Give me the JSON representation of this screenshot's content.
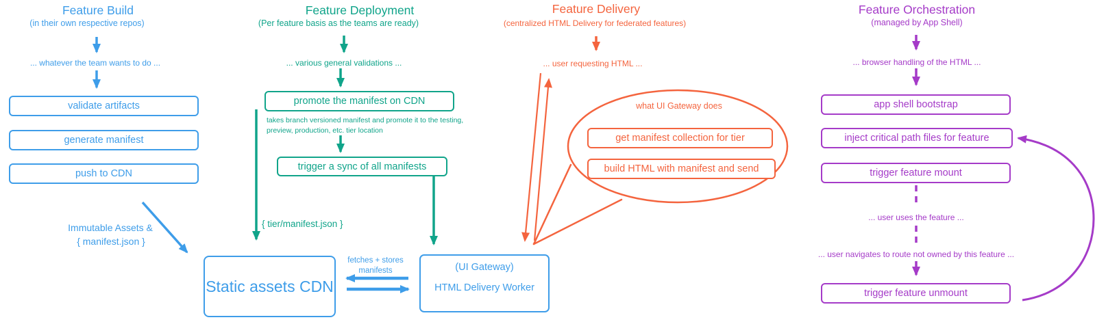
{
  "colors": {
    "blue": "#3E9DE9",
    "teal": "#10A48A",
    "orange": "#F4643E",
    "purple": "#A53BC8"
  },
  "build": {
    "title": "Feature Build",
    "subtitle": "(in their own respective repos)",
    "flow_note": "... whatever the team wants to do ...",
    "steps": [
      "validate artifacts",
      "generate manifest",
      "push to CDN"
    ],
    "edge_label_line1": "Immutable Assets &",
    "edge_label_line2": "{ manifest.json }"
  },
  "deployment": {
    "title": "Feature Deployment",
    "subtitle": "(Per feature basis as the teams are ready)",
    "flow_note": "... various general validations ...",
    "promote_step": "promote the manifest on CDN",
    "promote_note": "takes branch versioned manifest and promote it to the testing, preview, production, etc. tier location",
    "sync_step": "trigger a sync of all manifests",
    "edge_label": "{ tier/manifest.json }"
  },
  "delivery": {
    "title": "Feature Delivery",
    "subtitle": "(centralized HTML Delivery for federated features)",
    "flow_note": "... user requesting HTML ...",
    "bubble": {
      "title": "what UI Gateway does",
      "steps": [
        "get manifest collection for tier",
        "build HTML with manifest and send"
      ]
    }
  },
  "orchestration": {
    "title": "Feature Orchestration",
    "subtitle": "(managed by App Shell)",
    "flow_note": "... browser handling of the HTML ...",
    "steps": [
      "app shell bootstrap",
      "inject critical path files for feature",
      "trigger feature mount"
    ],
    "usage_note": "... user uses the feature ...",
    "navigate_note": "... user navigates to route not owned by this feature ...",
    "unmount_step": "trigger feature unmount"
  },
  "infrastructure": {
    "cdn_label": "Static assets CDN",
    "gateway_line1": "(UI Gateway)",
    "gateway_line2": "HTML Delivery Worker",
    "exchange_label_line1": "fetches + stores",
    "exchange_label_line2": "manifests"
  }
}
